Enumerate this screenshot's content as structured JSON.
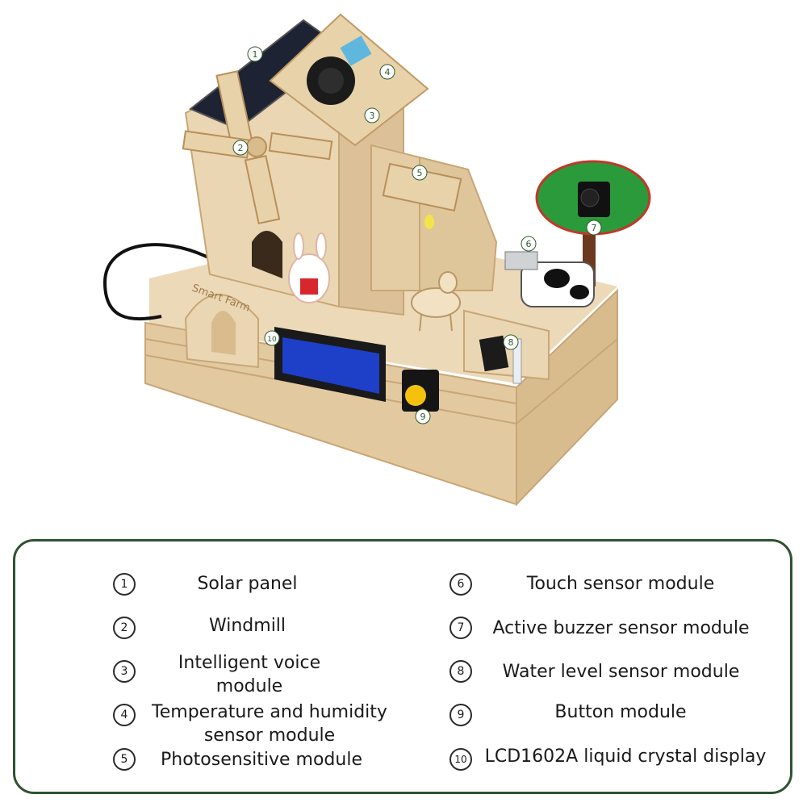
{
  "photo": {
    "sign_text": "Smart Farm",
    "markers": [
      "1",
      "2",
      "3",
      "4",
      "5",
      "6",
      "7",
      "8",
      "9",
      "10"
    ]
  },
  "legend": {
    "left": [
      {
        "num": "1",
        "label": "Solar panel"
      },
      {
        "num": "2",
        "label": "Windmill"
      },
      {
        "num": "3",
        "label": "Intelligent voice module"
      },
      {
        "num": "4",
        "label": "Temperature and humidity sensor module"
      },
      {
        "num": "5",
        "label": "Photosensitive module"
      }
    ],
    "right": [
      {
        "num": "6",
        "label": "Touch sensor module"
      },
      {
        "num": "7",
        "label": "Active buzzer sensor module"
      },
      {
        "num": "8",
        "label": "Water level sensor module"
      },
      {
        "num": "9",
        "label": "Button module"
      },
      {
        "num": "10",
        "label": "LCD1602A liquid crystal display"
      }
    ]
  }
}
